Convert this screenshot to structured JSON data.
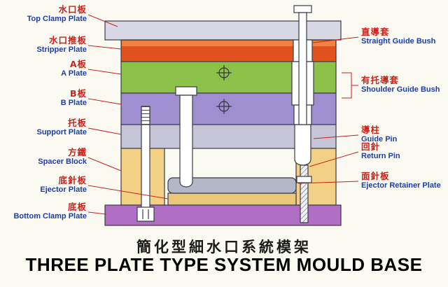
{
  "title": {
    "chinese": "簡化型細水口系統模架",
    "english": "THREE PLATE TYPE SYSTEM MOULD BASE"
  },
  "left_labels": [
    {
      "cn": "水口板",
      "en": "Top Clamp Plate"
    },
    {
      "cn": "水口推板",
      "en": "Stripper Plate"
    },
    {
      "cn": "A板",
      "en": "A Plate"
    },
    {
      "cn": "B板",
      "en": "B Plate"
    },
    {
      "cn": "托板",
      "en": "Support Plate"
    },
    {
      "cn": "方鐵",
      "en": "Spacer Block"
    },
    {
      "cn": "底針板",
      "en": "Ejector Plate"
    },
    {
      "cn": "底板",
      "en": "Bottom Clamp Plate"
    }
  ],
  "right_labels": [
    {
      "cn": "直導套",
      "en": "Straight Guide Bush"
    },
    {
      "cn": "有托導套",
      "en": "Shoulder Guide Bush"
    },
    {
      "cn": "導柱",
      "en": "Guide Pin"
    },
    {
      "cn": "回針",
      "en": "Return Pin"
    },
    {
      "cn": "面針板",
      "en": "Ejector Retainer Plate"
    }
  ],
  "colors": {
    "top_clamp_plate": "#d8d8e4",
    "stripper_plate": "#e2521e",
    "stripper_highlight": "#f0813f",
    "a_plate": "#8cc24a",
    "b_plate": "#a08fd0",
    "support_plate": "#c6c5d8",
    "spacer_block": "#f2d185",
    "ejector_retainer_plate": "#b2b8c8",
    "ejector_plate": "#eac877",
    "bottom_clamp_plate": "#b06ec4",
    "label_chinese": "#c8221c",
    "label_english": "#1d3da8",
    "leader_line": "#c8221c",
    "outline": "#3b3b46"
  }
}
